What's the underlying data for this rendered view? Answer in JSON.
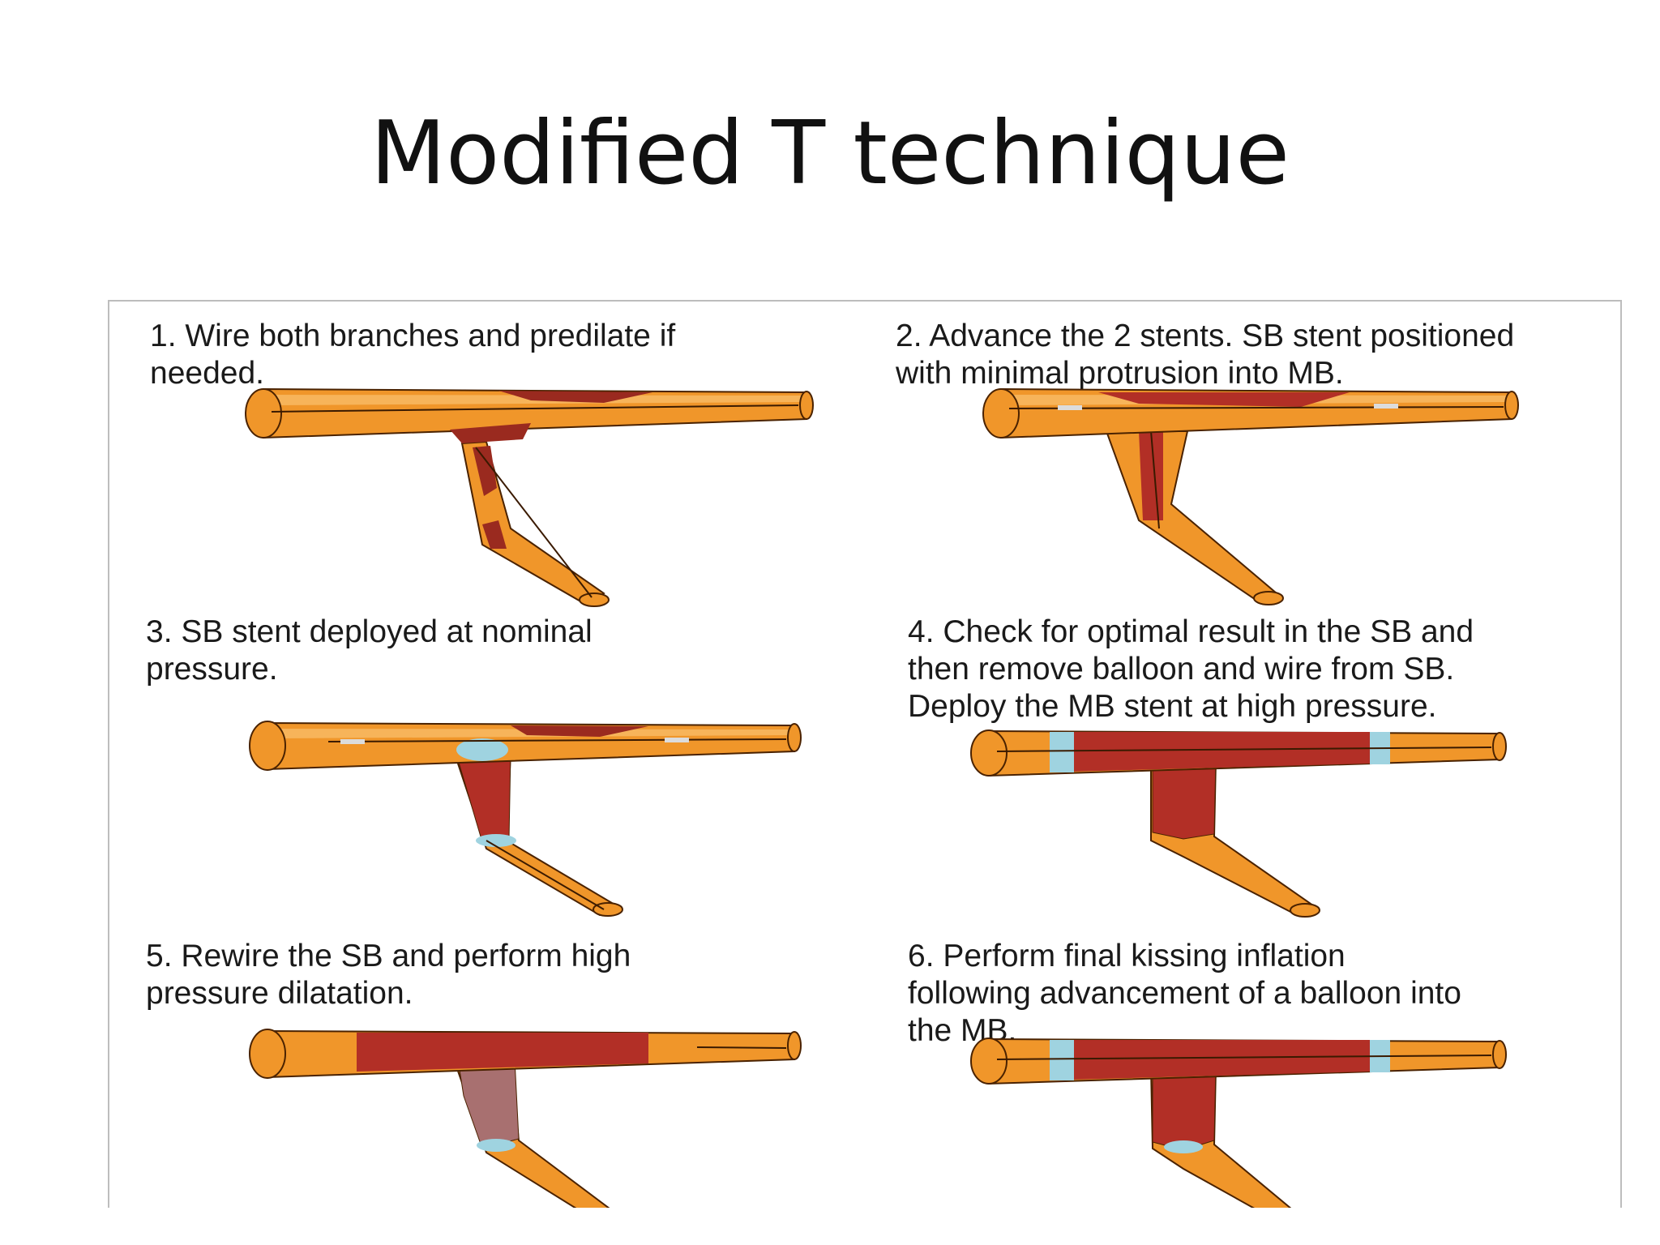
{
  "title": "Modified T technique",
  "colors": {
    "vessel": "#f0962a",
    "vessel_highlight": "#f7b45a",
    "vessel_outline": "#4a2200",
    "stent": "#b22f26",
    "plaque": "#9a2a1f",
    "balloon_marker": "#9fd3e0",
    "kissing_balloon": "#a87070"
  },
  "steps": [
    {
      "number": "1",
      "text": "1. Wire both branches and predilate if\nneeded."
    },
    {
      "number": "2",
      "text": "2. Advance the 2 stents. SB stent positioned\nwith minimal protrusion into MB."
    },
    {
      "number": "3",
      "text": "3. SB stent deployed at nominal\npressure."
    },
    {
      "number": "4",
      "text": "4. Check for optimal result in the SB and\nthen remove balloon and wire from SB.\nDeploy the MB stent at high pressure."
    },
    {
      "number": "5",
      "text": "5. Rewire the SB and perform high\npressure dilatation."
    },
    {
      "number": "6",
      "text": "6. Perform final kissing inflation\nfollowing advancement of a balloon into\nthe MB."
    }
  ]
}
